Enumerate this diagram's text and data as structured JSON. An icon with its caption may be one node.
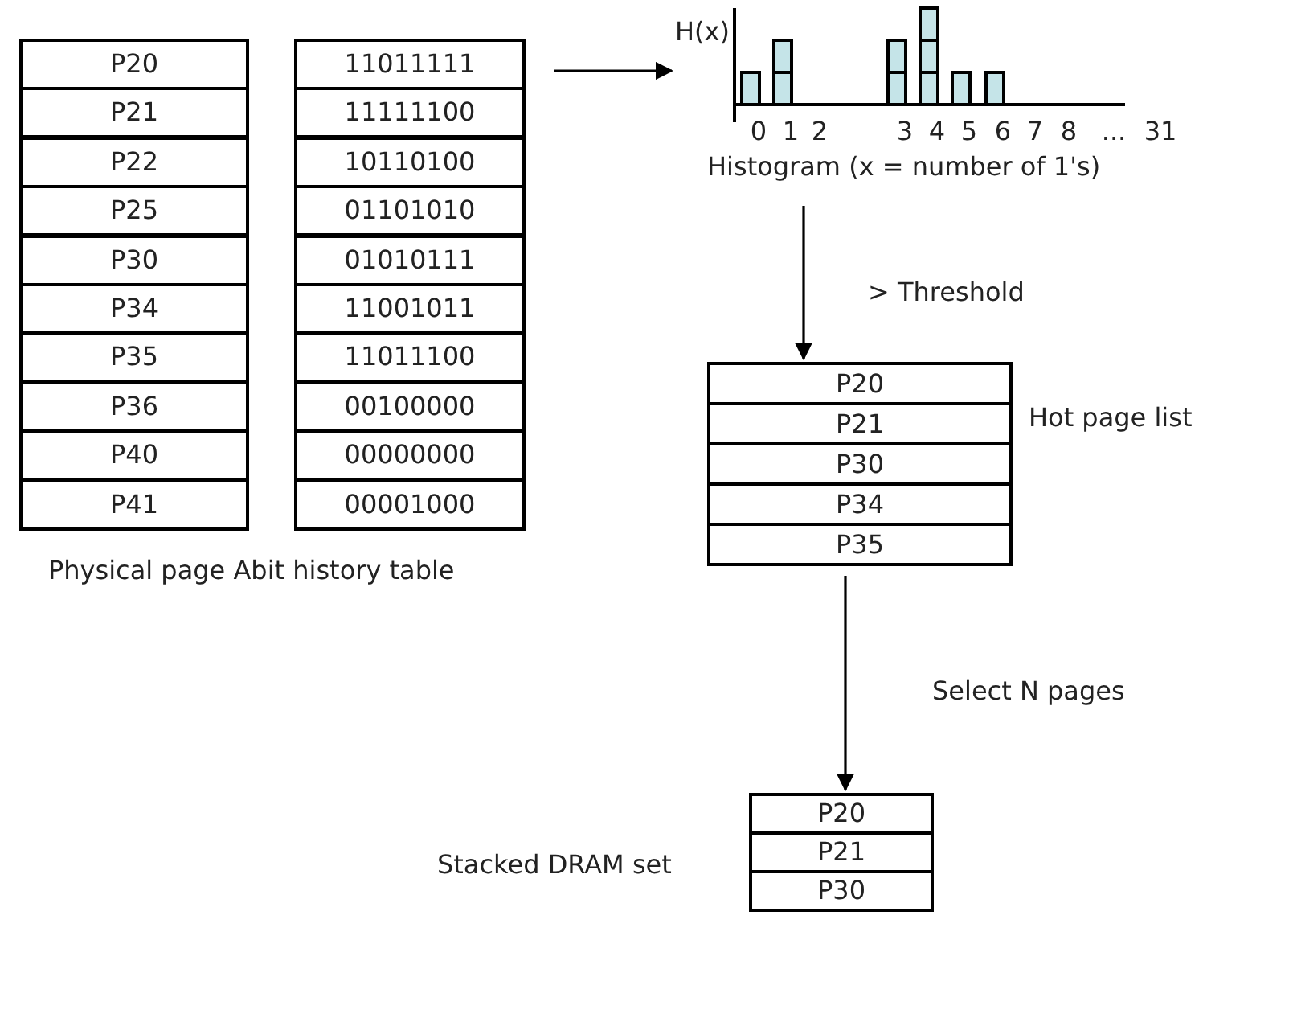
{
  "diagram": {
    "nodes": [
      {
        "text": [
          "P20"
        ]
      },
      {
        "text": [
          "11011111"
        ]
      },
      {
        "text": [
          "P21"
        ]
      },
      {
        "text": [
          "11111100"
        ]
      },
      {
        "text": [
          "P22"
        ]
      },
      {
        "text": [
          "10110100"
        ]
      },
      {
        "text": [
          "P25"
        ]
      },
      {
        "text": [
          "01101010"
        ]
      },
      {
        "text": [
          "P30"
        ]
      },
      {
        "text": [
          "01010111"
        ]
      },
      {
        "text": [
          "P34"
        ]
      },
      {
        "text": [
          "11001011"
        ]
      },
      {
        "text": [
          "P35"
        ]
      },
      {
        "text": [
          "11011100"
        ]
      },
      {
        "text": [
          "P36"
        ]
      },
      {
        "text": [
          "00100000"
        ]
      },
      {
        "text": [
          "P40"
        ]
      },
      {
        "text": [
          "00000000"
        ]
      },
      {
        "text": [
          "P41"
        ]
      },
      {
        "text": [
          "00001000"
        ]
      },
      {
        "text": [
          "H(x)"
        ],
        "beside": [
          "Histogram (x = number of 1's)"
        ]
      },
      {
        "text": [
          "P20"
        ]
      },
      {
        "text": [
          "P21"
        ]
      },
      {
        "text": [
          "P30"
        ]
      },
      {
        "text": [
          "P34"
        ]
      },
      {
        "text": [
          "P35"
        ]
      },
      {
        "text": [
          "P20"
        ]
      },
      {
        "text": [
          "P21"
        ]
      },
      {
        "text": [
          "P30"
        ]
      }
    ],
    "edges": [
      {
        "from": 1,
        "to": 20,
        "arrow": "to"
      },
      {
        "from": 20,
        "to": 21,
        "arrow": "to",
        "label": "> Threshold"
      },
      {
        "from": 25,
        "to": 26,
        "arrow": "to",
        "label": "Select N pages"
      }
    ],
    "labels": [
      "0",
      "1",
      "2",
      "3",
      "4",
      "5",
      "6",
      "7",
      "8",
      "...",
      "31",
      "Physical page Abit history table",
      "Hot page list",
      "Stacked DRAM set"
    ]
  }
}
